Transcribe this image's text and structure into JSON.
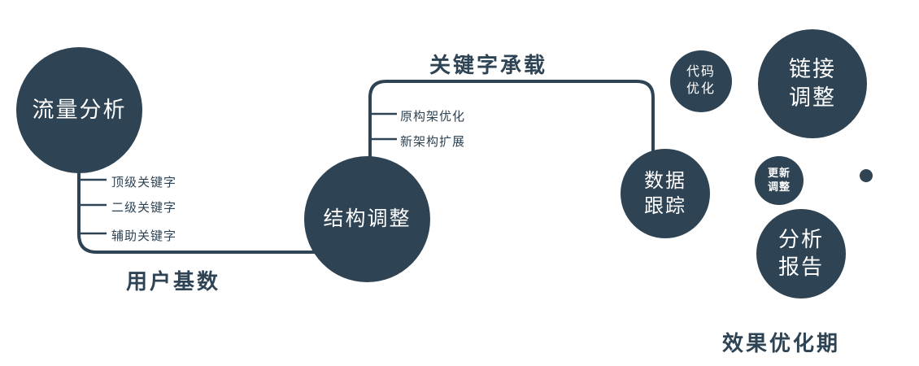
{
  "diagram": {
    "nodes": {
      "traffic": {
        "label": "流量分析"
      },
      "structure": {
        "label": "结构调整"
      },
      "tracking": {
        "line1": "数据",
        "line2": "跟踪"
      },
      "code": {
        "line1": "代码",
        "line2": "优化"
      },
      "link": {
        "line1": "链接",
        "line2": "调整"
      },
      "update": {
        "line1": "更新",
        "line2": "调整"
      },
      "report": {
        "line1": "分析",
        "line2": "报告"
      }
    },
    "edge_labels": {
      "user_base": "用户基数",
      "keyword_load": "关键字承载"
    },
    "stage_label": "效果优化期",
    "branches": {
      "traffic": [
        "顶级关键字",
        "二级关键字",
        "辅助关键字"
      ],
      "structure": [
        "原构架优化",
        "新架构扩展"
      ]
    },
    "colors": {
      "navy": "#2e4353",
      "text_light": "#ffffff",
      "background": "#ffffff"
    }
  }
}
